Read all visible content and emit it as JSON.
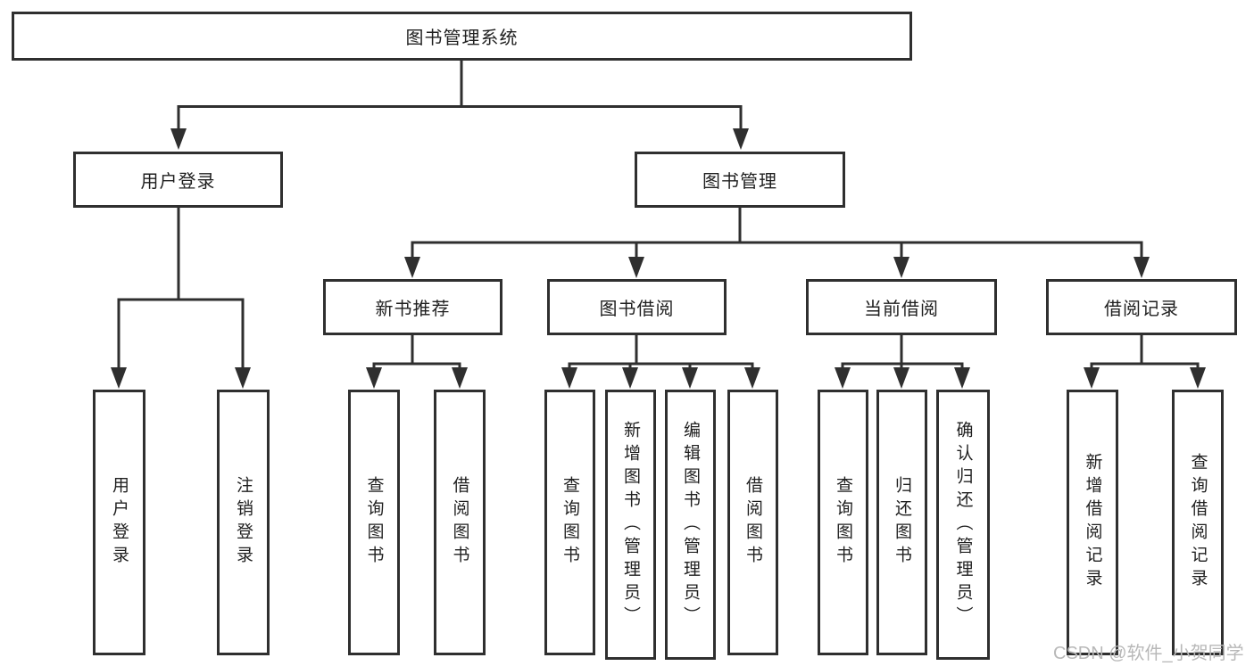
{
  "colors": {
    "line": "#2f2f2f",
    "text": "#1f1f1f",
    "watermark": "#b8b8b8",
    "background": "#ffffff"
  },
  "watermark": {
    "text": "CSDN @软件_小贺同学"
  },
  "diagram": {
    "root": {
      "label": "图书管理系统"
    },
    "branches": [
      {
        "label": "用户登录",
        "children": [
          {
            "label": "用户登录"
          },
          {
            "label": "注销登录"
          }
        ]
      },
      {
        "label": "图书管理",
        "children": [
          {
            "label": "新书推荐",
            "children": [
              {
                "label": "查询图书"
              },
              {
                "label": "借阅图书"
              }
            ]
          },
          {
            "label": "图书借阅",
            "children": [
              {
                "label": "查询图书"
              },
              {
                "label": "新增图书（管理员）"
              },
              {
                "label": "编辑图书（管理员）"
              },
              {
                "label": "借阅图书"
              }
            ]
          },
          {
            "label": "当前借阅",
            "children": [
              {
                "label": "查询图书"
              },
              {
                "label": "归还图书"
              },
              {
                "label": "确认归还（管理员）"
              }
            ]
          },
          {
            "label": "借阅记录",
            "children": [
              {
                "label": "新增借阅记录"
              },
              {
                "label": "查询借阅记录"
              }
            ]
          }
        ]
      }
    ]
  }
}
